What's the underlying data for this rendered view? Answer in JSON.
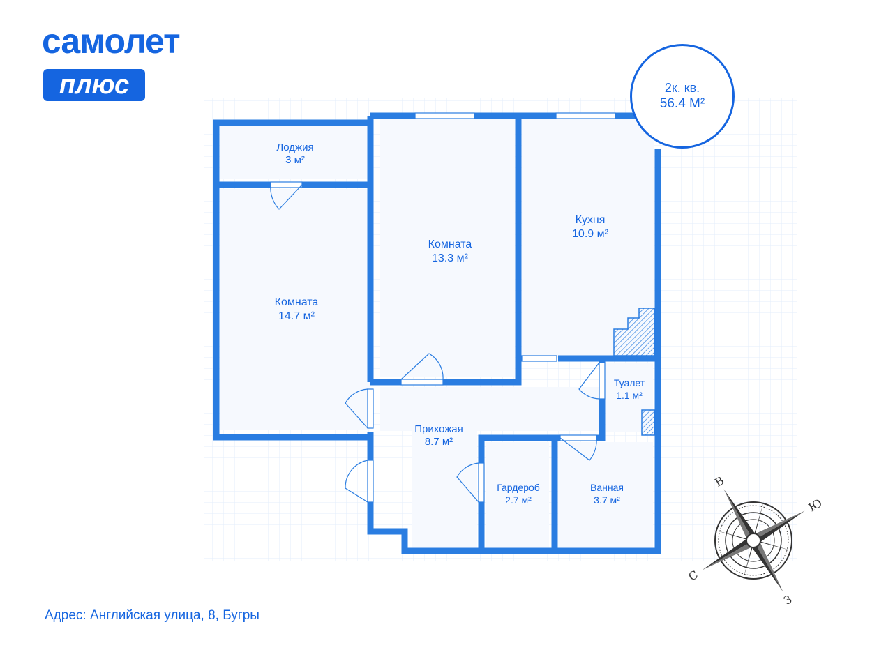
{
  "brand": {
    "name": "самолет",
    "badge": "плюс"
  },
  "summary": {
    "type": "2к. кв.",
    "area": "56.4 М²"
  },
  "rooms": [
    {
      "name": "Лоджия",
      "area": "3 м²"
    },
    {
      "name": "Комната",
      "area": "14.7 м²"
    },
    {
      "name": "Комната",
      "area": "13.3 м²"
    },
    {
      "name": "Кухня",
      "area": "10.9 м²"
    },
    {
      "name": "Туалет",
      "area": "1.1 м²"
    },
    {
      "name": "Прихожая",
      "area": "8.7 м²"
    },
    {
      "name": "Гардероб",
      "area": "2.7 м²"
    },
    {
      "name": "Ванная",
      "area": "3.7 м²"
    }
  ],
  "compass": {
    "north": "С",
    "east": "В",
    "south": "Ю",
    "west": "З"
  },
  "address": "Адрес: Английская улица, 8, Бугры",
  "colors": {
    "brand": "#1565e0",
    "wall": "#2a7de1",
    "grid": "#e3edfb"
  }
}
